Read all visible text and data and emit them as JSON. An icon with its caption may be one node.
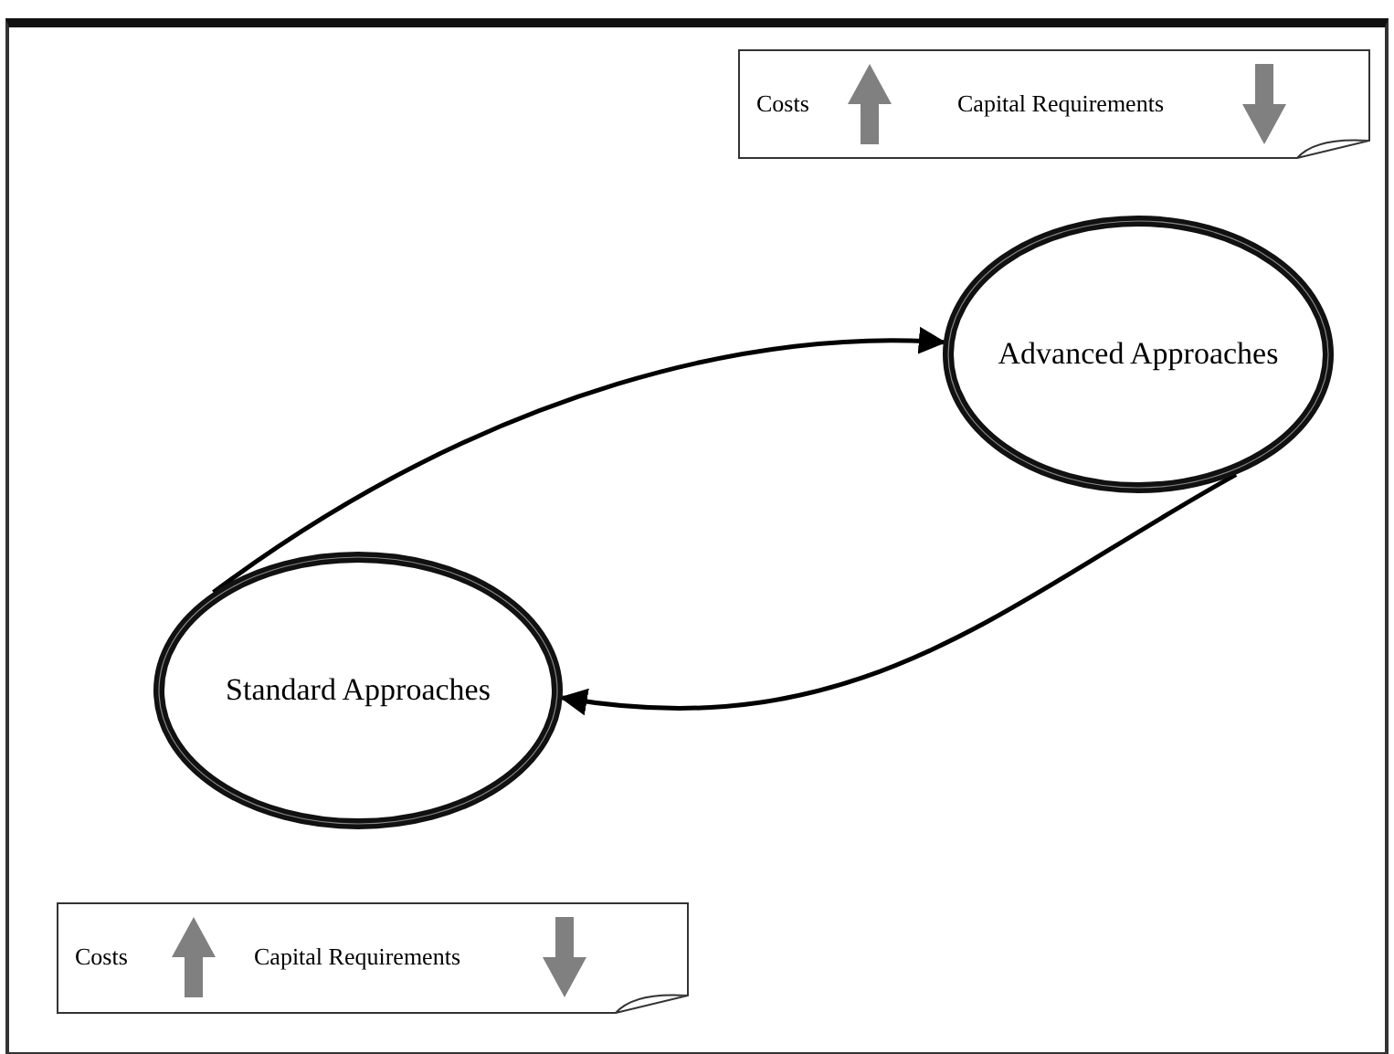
{
  "diagram": {
    "nodes": [
      {
        "text": [
          "Costs",
          "Capital Requirements"
        ]
      },
      {
        "text": [
          "Advanced Approaches"
        ]
      },
      {
        "text": [
          "Standard Approaches"
        ]
      },
      {
        "text": [
          "Costs",
          "Capital Requirements"
        ]
      }
    ],
    "edges": [
      {
        "from": 2,
        "to": 1,
        "arrow": "to"
      },
      {
        "from": 1,
        "to": 2,
        "arrow": "to"
      }
    ]
  }
}
